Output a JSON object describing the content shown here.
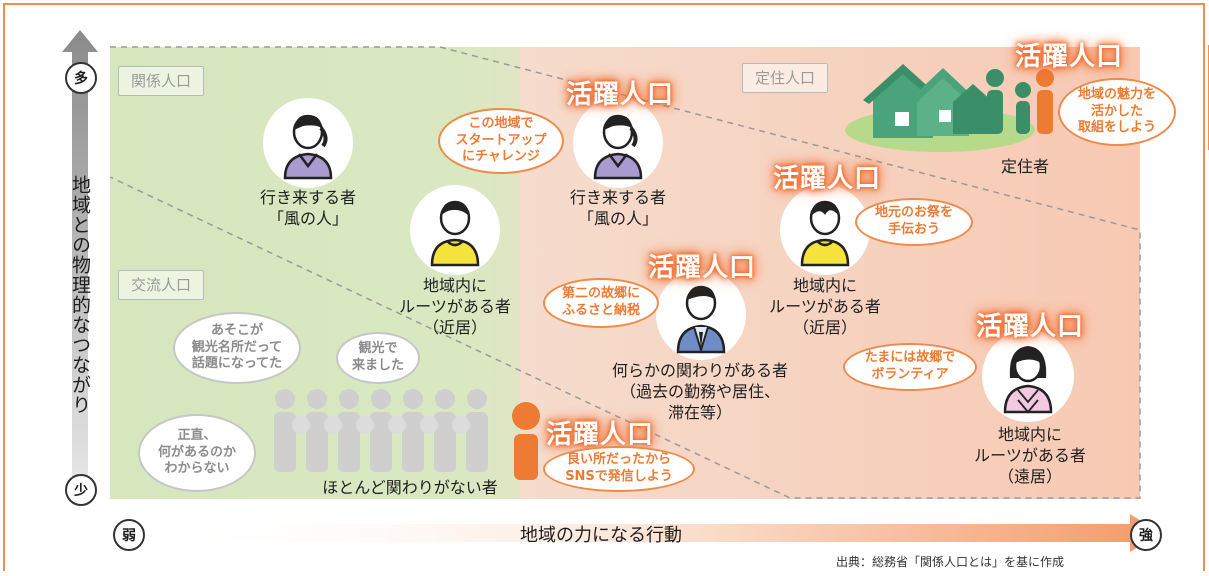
{
  "axis": {
    "vertical_label": "地域との物理的なつながり",
    "vertical_high": "多",
    "vertical_low": "少",
    "horizontal_label": "地域の力になる行動",
    "horizontal_low": "弱",
    "horizontal_high": "強"
  },
  "zones": {
    "kankei": "関係人口",
    "koryu": "交流人口",
    "teiju": "定住人口"
  },
  "katsuyaku_label": "活躍人口",
  "persons": {
    "kaze_left": "行き来する者\n「風の人」",
    "roots_near_left": "地域内に\nルーツがある者\n（近居）",
    "kaze_right": "行き来する者\n「風の人」",
    "roots_near_right": "地域内に\nルーツがある者\n（近居）",
    "related": "何らかの関わりがある者\n（過去の勤務や居住、\n滞在等）",
    "roots_far": "地域内に\nルーツがある者\n（遠居）",
    "teijusha": "定住者",
    "crowd": "ほとんど関わりがない者"
  },
  "bubbles": {
    "startup": "この地域で\nスタートアップ\nにチャレンジ",
    "furusato": "第二の故郷に\nふるさと納税",
    "matsuri": "地元のお祭を\n手伝おう",
    "volunteer": "たまには故郷で\nボランティア",
    "miryoku": "地域の魅力を\n活かした\n取組をしよう",
    "sns": "良い所だったから\nSNSで発信しよう",
    "meisho": "あそこが\n観光名所だって\n話題になってた",
    "kanko": "観光で\n来ました",
    "shojiki": "正直、\n何があるのか\nわからない"
  },
  "source": "出典：総務省「関係人口とは」を基に作成",
  "colors": {
    "accent_orange": "#f26a2c",
    "green_zone": "#d6e6bd",
    "orange_zone": "#f7c9b3",
    "frame": "#f0904f"
  }
}
